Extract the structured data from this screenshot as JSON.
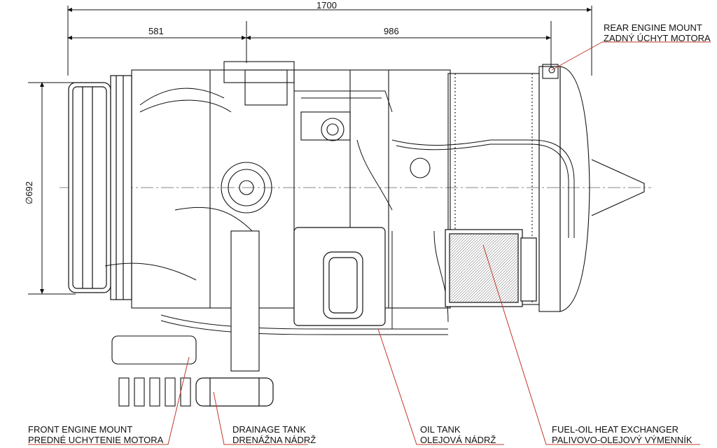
{
  "dimensions": {
    "overall_length": "1700",
    "front_section": "581",
    "rear_section": "986",
    "diameter": "∅692"
  },
  "callouts": {
    "rear_mount": {
      "en": "REAR ENGINE MOUNT",
      "sk": "ZADNÝ ÚCHYT MOTORA"
    },
    "front_mount": {
      "en": "FRONT ENGINE MOUNT",
      "sk": "PREDNÉ UCHYTENIE MOTORA"
    },
    "drainage_tank": {
      "en": "DRAINAGE TANK",
      "sk": "DRENÁŽNA NÁDRŽ"
    },
    "oil_tank": {
      "en": "OIL TANK",
      "sk": "OLEJOVÁ NÁDRŽ"
    },
    "heat_exchanger": {
      "en": "FUEL-OIL HEAT EXCHANGER",
      "sk": "PALIVOVO-OLEJOVÝ VÝMENNÍK"
    }
  },
  "colors": {
    "line": "#111111",
    "leader": "#c0392b",
    "background": "#ffffff"
  }
}
